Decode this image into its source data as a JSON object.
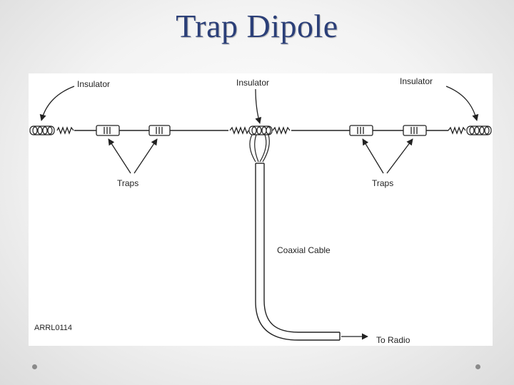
{
  "slide": {
    "title": "Trap Dipole"
  },
  "figure": {
    "labels": {
      "insulator_left": "Insulator",
      "insulator_center": "Insulator",
      "insulator_right": "Insulator",
      "traps_left": "Traps",
      "traps_right": "Traps",
      "coaxial_cable": "Coaxial Cable",
      "to_radio": "To Radio",
      "credit": "ARRL0114"
    }
  }
}
